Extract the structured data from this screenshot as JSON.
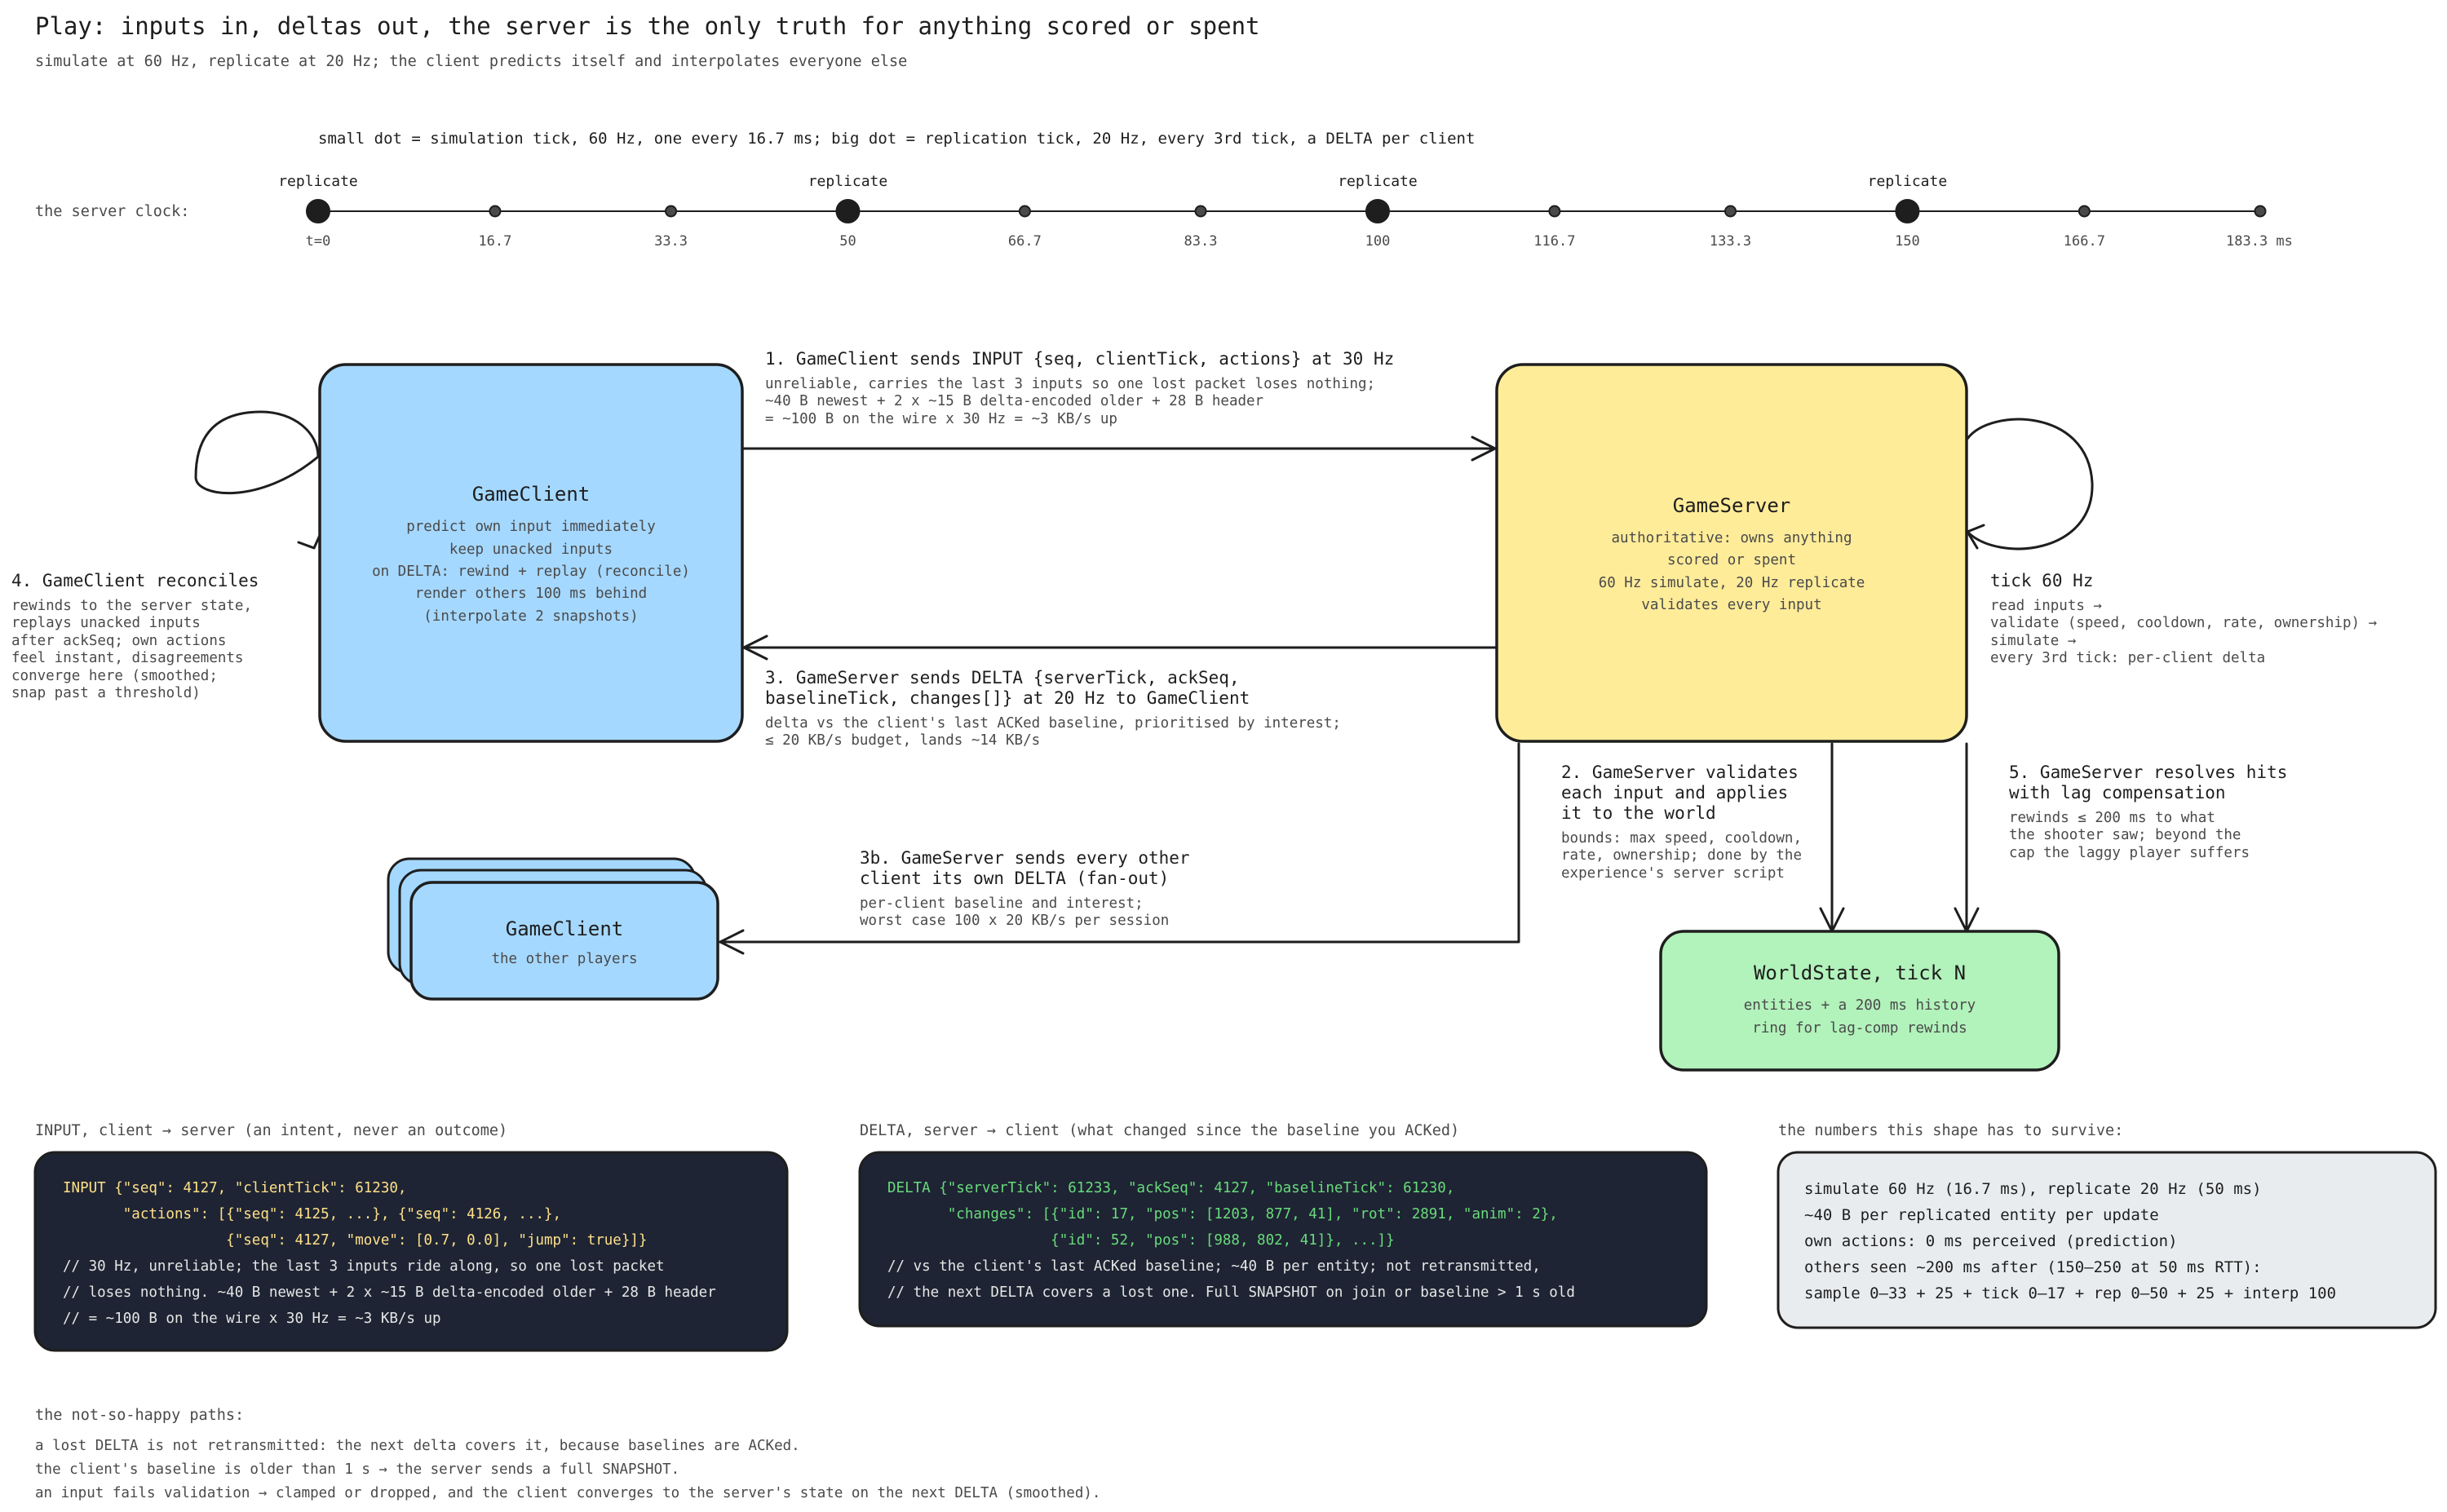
{
  "header": {
    "title": "Play: inputs in, deltas out, the server is the only truth for anything scored or spent",
    "subtitle": "simulate at 60 Hz, replicate at 20 Hz; the client predicts itself and interpolates everyone else"
  },
  "timeline": {
    "legend": "small dot = simulation tick, 60 Hz, one every 16.7 ms; big dot = replication tick, 20 Hz, every 3rd tick, a DELTA per client",
    "label": "the server clock:",
    "replicate_label": "replicate",
    "ticks": [
      {
        "value": 0,
        "label": "t=0",
        "replicate": true
      },
      {
        "value": 16.7,
        "label": "16.7",
        "replicate": false
      },
      {
        "value": 33.3,
        "label": "33.3",
        "replicate": false
      },
      {
        "value": 50,
        "label": "50",
        "replicate": true
      },
      {
        "value": 66.7,
        "label": "66.7",
        "replicate": false
      },
      {
        "value": 83.3,
        "label": "83.3",
        "replicate": false
      },
      {
        "value": 100,
        "label": "100",
        "replicate": true
      },
      {
        "value": 116.7,
        "label": "116.7",
        "replicate": false
      },
      {
        "value": 133.3,
        "label": "133.3",
        "replicate": false
      },
      {
        "value": 150,
        "label": "150",
        "replicate": true
      },
      {
        "value": 166.7,
        "label": "166.7",
        "replicate": false
      },
      {
        "value": 183.3,
        "label": "183.3 ms",
        "replicate": false
      }
    ]
  },
  "nodes": {
    "client": {
      "title": "GameClient",
      "lines": [
        "predict own input immediately",
        "keep unacked inputs",
        "on DELTA: rewind + replay (reconcile)",
        "render others 100 ms behind",
        "(interpolate 2 snapshots)"
      ],
      "color": "#a5d8ff"
    },
    "server": {
      "title": "GameServer",
      "lines": [
        "authoritative: owns anything",
        "scored or spent",
        "60 Hz simulate, 20 Hz replicate",
        "validates every input"
      ],
      "color": "#ffec99"
    },
    "others": {
      "title": "GameClient",
      "lines": [
        "the other players"
      ],
      "color": "#a5d8ff"
    },
    "world": {
      "title": "WorldState, tick N",
      "lines": [
        "entities + a 200 ms history",
        "ring for lag-comp rewinds"
      ],
      "color": "#b2f2bb"
    }
  },
  "edges": {
    "e1": {
      "head": [
        "1. GameClient sends INPUT {seq, clientTick, actions} at 30 Hz"
      ],
      "notes": [
        "unreliable, carries the last 3 inputs so one lost packet loses nothing;",
        "~40 B newest + 2 x ~15 B delta-encoded older + 28 B header",
        "= ~100 B on the wire x 30 Hz = ~3 KB/s up"
      ]
    },
    "e2": {
      "head": [
        "2. GameServer validates",
        "each input and applies",
        "it to the world"
      ],
      "notes": [
        "bounds: max speed, cooldown,",
        "rate, ownership; done by the",
        "experience's server script"
      ]
    },
    "e3": {
      "head": [
        "3. GameServer sends DELTA {serverTick, ackSeq,",
        "baselineTick, changes[]} at 20 Hz to GameClient"
      ],
      "notes": [
        "delta vs the client's last ACKed baseline, prioritised by interest;",
        "≤ 20 KB/s budget, lands ~14 KB/s"
      ]
    },
    "e3b": {
      "head": [
        "3b. GameServer sends every other",
        "client its own DELTA (fan-out)"
      ],
      "notes": [
        "per-client baseline and interest;",
        "worst case 100 x 20 KB/s per session"
      ]
    },
    "e4": {
      "head": [
        "4. GameClient reconciles"
      ],
      "notes": [
        "rewinds to the server state,",
        "replays unacked inputs",
        "after ackSeq; own actions",
        "feel instant, disagreements",
        "converge here (smoothed;",
        "snap past a threshold)"
      ]
    },
    "e5": {
      "head": [
        "5. GameServer resolves hits",
        "with lag compensation"
      ],
      "notes": [
        "rewinds ≤ 200 ms to what",
        "the shooter saw; beyond the",
        "cap the laggy player suffers"
      ]
    },
    "tick": {
      "head": [
        "tick 60 Hz"
      ],
      "notes": [
        "read inputs →",
        "validate (speed, cooldown, rate, ownership) →",
        "simulate →",
        "every 3rd tick: per-client delta"
      ]
    }
  },
  "panels": {
    "input": {
      "caption": "INPUT, client → server (an intent, never an outcome)",
      "lines": [
        "INPUT {\"seq\": 4127, \"clientTick\": 61230,",
        "       \"actions\": [{\"seq\": 4125, ...}, {\"seq\": 4126, ...},",
        "                   {\"seq\": 4127, \"move\": [0.7, 0.0], \"jump\": true}]}",
        "// 30 Hz, unreliable; the last 3 inputs ride along, so one lost packet",
        "// loses nothing. ~40 B newest + 2 x ~15 B delta-encoded older + 28 B header",
        "// = ~100 B on the wire x 30 Hz = ~3 KB/s up"
      ],
      "code_color": "#ffe08a"
    },
    "delta": {
      "caption": "DELTA, server → client (what changed since the baseline you ACKed)",
      "lines": [
        "DELTA {\"serverTick\": 61233, \"ackSeq\": 4127, \"baselineTick\": 61230,",
        "       \"changes\": [{\"id\": 17, \"pos\": [1203, 877, 41], \"rot\": 2891, \"anim\": 2},",
        "                   {\"id\": 52, \"pos\": [988, 802, 41]}, ...]}",
        "// vs the client's last ACKed baseline; ~40 B per entity; not retransmitted,",
        "// the next DELTA covers a lost one. Full SNAPSHOT on join or baseline > 1 s old"
      ],
      "code_color": "#69db7c"
    },
    "numbers": {
      "caption": "the numbers this shape has to survive:",
      "lines": [
        "simulate 60 Hz (16.7 ms), replicate 20 Hz (50 ms)",
        "~40 B per replicated entity per update",
        "own actions: 0 ms perceived (prediction)",
        "others seen ~200 ms after (150–250 at 50 ms RTT):",
        "sample 0–33 + 25 + tick 0–17 + rep 0–50 + 25 + interp 100"
      ]
    }
  },
  "failures": {
    "caption": "the not-so-happy paths:",
    "lines": [
      "a lost DELTA is not retransmitted: the next delta covers it, because baselines are ACKed.",
      "the client's baseline is older than 1 s → the server sends a full SNAPSHOT.",
      "an input fails validation → clamped or dropped, and the client converges to the server's state on the next DELTA (smoothed)."
    ]
  }
}
